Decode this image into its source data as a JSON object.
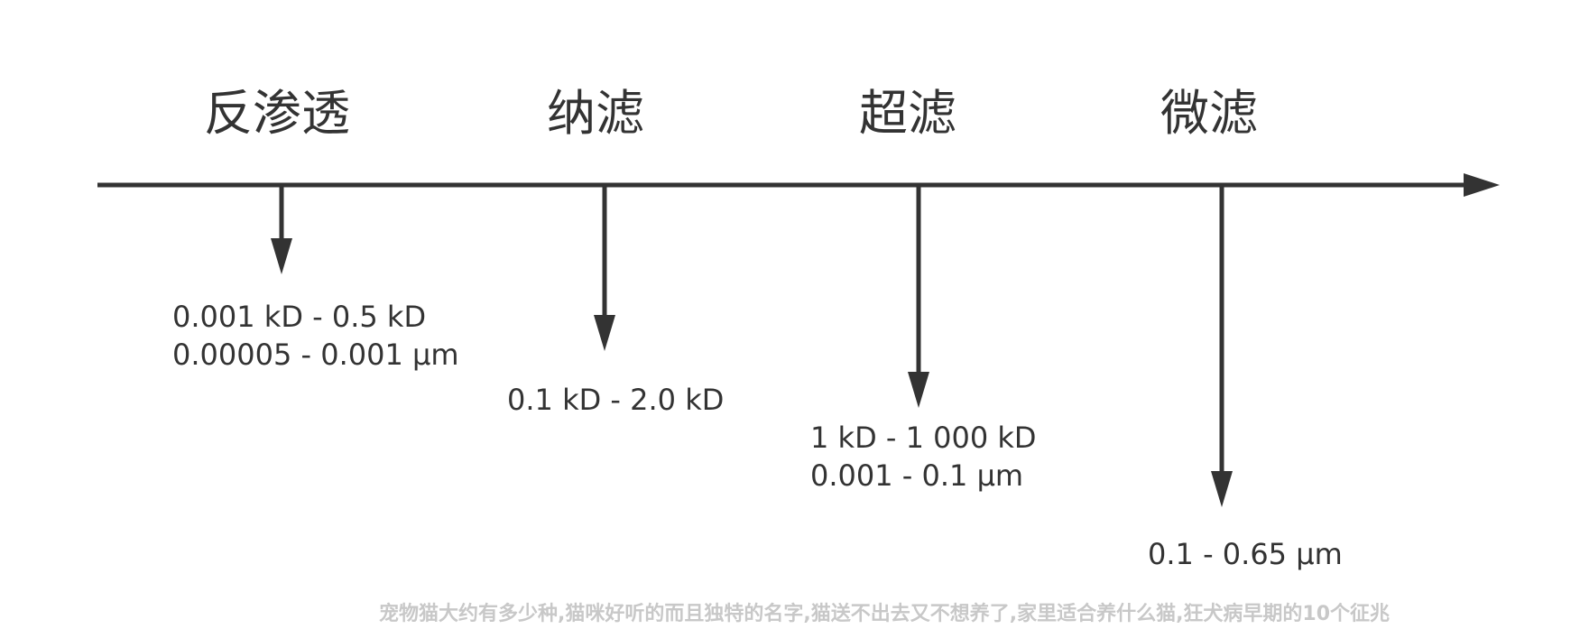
{
  "colors": {
    "line": "#333333",
    "text": "#333333",
    "watermark": "#c8c8c8",
    "background": "#ffffff"
  },
  "stages": [
    {
      "title": "反渗透",
      "ranges": [
        "0.001 kD - 0.5 kD",
        "0.00005 - 0.001 μm"
      ]
    },
    {
      "title": "纳滤",
      "ranges": [
        "0.1 kD - 2.0 kD"
      ]
    },
    {
      "title": "超滤",
      "ranges": [
        "1 kD - 1 000 kD",
        "0.001 - 0.1 μm"
      ]
    },
    {
      "title": "微滤",
      "ranges": [
        "0.1 - 0.65 μm"
      ]
    }
  ],
  "watermark": "宠物猫大约有多少种,猫咪好听的而且独特的名字,猫送不出去又不想养了,家里适合养什么猫,狂犬病早期的10个征兆"
}
